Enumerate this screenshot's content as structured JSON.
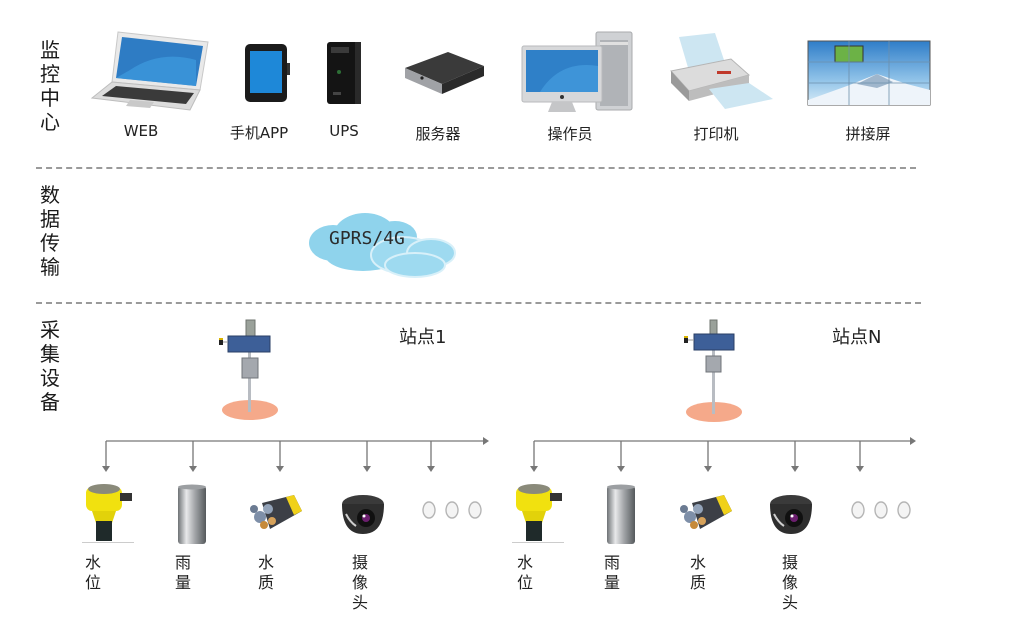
{
  "diagram": {
    "sections": [
      {
        "id": "monitor",
        "label": "监控中心"
      },
      {
        "id": "transmission",
        "label": "数据传输"
      },
      {
        "id": "collection",
        "label": "采集设备"
      }
    ],
    "monitor_devices": [
      {
        "id": "web",
        "label": "WEB",
        "icon": "laptop-icon"
      },
      {
        "id": "app",
        "label": "手机APP",
        "icon": "tablet-icon"
      },
      {
        "id": "ups",
        "label": "UPS",
        "icon": "ups-icon"
      },
      {
        "id": "server",
        "label": "服务器",
        "icon": "server-icon"
      },
      {
        "id": "operator",
        "label": "操作员",
        "icon": "workstation-icon"
      },
      {
        "id": "printer",
        "label": "打印机",
        "icon": "printer-icon"
      },
      {
        "id": "videowall",
        "label": "拼接屏",
        "icon": "video-wall-icon"
      }
    ],
    "transmission": {
      "label": "GPRS/4G",
      "icon": "cloud-icon",
      "color": "#8fd3ec"
    },
    "stations": [
      {
        "title": "站点1",
        "sensors": [
          {
            "label": "水位",
            "icon": "water-level-sensor-icon"
          },
          {
            "label": "雨量",
            "icon": "rain-gauge-icon"
          },
          {
            "label": "水质",
            "icon": "water-quality-probe-icon"
          },
          {
            "label": "摄像头",
            "icon": "dome-camera-icon"
          },
          {
            "label": "",
            "icon": "ellipsis-icon"
          }
        ]
      },
      {
        "title": "站点N",
        "sensors": [
          {
            "label": "水位",
            "icon": "water-level-sensor-icon"
          },
          {
            "label": "雨量",
            "icon": "rain-gauge-icon"
          },
          {
            "label": "水质",
            "icon": "water-quality-probe-icon"
          },
          {
            "label": "摄像头",
            "icon": "dome-camera-icon"
          },
          {
            "label": "",
            "icon": "ellipsis-icon"
          }
        ]
      }
    ],
    "colors": {
      "dash": "#9a9a9a",
      "arrow": "#777777",
      "base_ellipse": "#f5a98a",
      "solar_panel": "#3d5f98"
    }
  }
}
